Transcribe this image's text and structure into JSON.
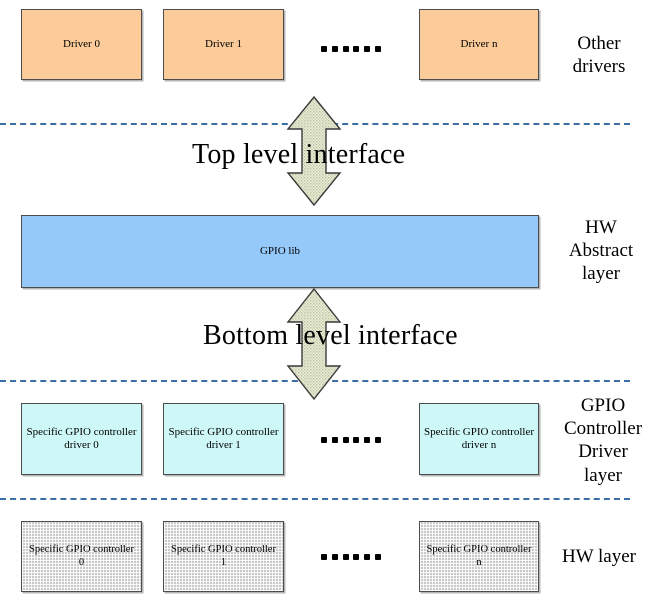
{
  "diagram": {
    "title": "GPIO software layering diagram",
    "colors": {
      "driver_box": "#fbcb99",
      "gpio_lib_box": "#95c9fa",
      "controller_driver_box": "#cef8f8",
      "hw_controller_box": "#c9c9c9",
      "separator_line": "#3a6ea5",
      "arrow_fill": "#e2e3c8",
      "arrow_stroke": "#3a3a3a",
      "text": "#000000"
    }
  },
  "rows": {
    "other_drivers": {
      "boxes": [
        {
          "label": "Driver 0"
        },
        {
          "label": "Driver 1"
        },
        {
          "label": "Driver n"
        }
      ],
      "ellipsis_dot_count": 6,
      "layer_label": "Other\ndrivers"
    },
    "hw_abstract": {
      "boxes": [
        {
          "label": "GPIO lib"
        }
      ],
      "layer_label": "HW\nAbstract\nlayer"
    },
    "gpio_controller_driver": {
      "boxes": [
        {
          "label": "Specific GPIO\ncontroller driver 0"
        },
        {
          "label": "Specific GPIO\ncontroller driver 1"
        },
        {
          "label": "Specific GPIO\ncontroller driver n"
        }
      ],
      "ellipsis_dot_count": 6,
      "layer_label": "GPIO\nController\nDriver\nlayer"
    },
    "hw_layer": {
      "boxes": [
        {
          "label": "Specific GPIO\ncontroller 0"
        },
        {
          "label": "Specific GPIO\ncontroller 1"
        },
        {
          "label": "Specific GPIO\ncontroller n"
        }
      ],
      "ellipsis_dot_count": 6,
      "layer_label": "HW layer"
    }
  },
  "interfaces": {
    "top": {
      "label": "Top level interface"
    },
    "bottom": {
      "label": "Bottom level interface"
    }
  }
}
